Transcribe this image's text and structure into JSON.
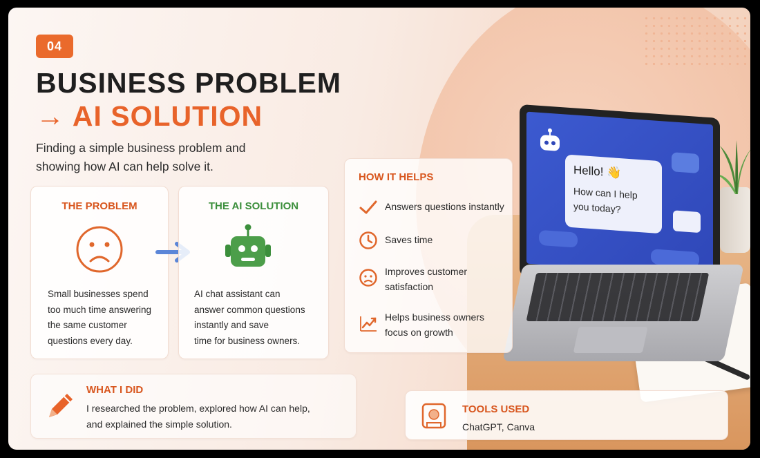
{
  "badge": "04",
  "title": {
    "line1": "BUSINESS PROBLEM",
    "arrow": "→",
    "line2": "AI SOLUTION"
  },
  "subtitle": "Finding a simple business problem and showing how AI can help solve it.",
  "problem": {
    "heading": "THE PROBLEM",
    "icon": "sad-face-icon",
    "text": [
      "Small businesses spend",
      "too much time answering",
      "the same customer",
      "questions every day."
    ]
  },
  "solution": {
    "heading": "THE AI SOLUTION",
    "icon": "robot-icon",
    "text": [
      "AI chat assistant can",
      "answer common questions",
      "instantly and save",
      "time for business owners."
    ]
  },
  "helps": {
    "heading": "HOW IT HELPS",
    "items": [
      {
        "icon": "checkmark-icon",
        "lines": [
          "Answers questions instantly"
        ]
      },
      {
        "icon": "clock-icon",
        "lines": [
          "Saves time"
        ]
      },
      {
        "icon": "worried-face-icon",
        "lines": [
          "Improves customer",
          "satisfaction"
        ]
      },
      {
        "icon": "trend-up-icon",
        "lines": [
          "Helps business owners",
          "focus on growth"
        ]
      }
    ]
  },
  "what_i_did": {
    "heading": "WHAT I DID",
    "icon": "pencil-icon",
    "lines": [
      "I researched the problem, explored how AI can help,",
      "and explained the simple solution."
    ]
  },
  "tools": {
    "heading": "TOOLS USED",
    "icon": "tools-icon",
    "value": "ChatGPT, Canva"
  },
  "laptop_screen": {
    "bubble_line1": "Hello! 👋",
    "bubble_line2": "How can I help",
    "bubble_line3": "you today?"
  },
  "colors": {
    "accent": "#e8632a",
    "green": "#3c8f3c",
    "blue_arrow": "#5b86d8",
    "screen": "#3f5fd0"
  }
}
